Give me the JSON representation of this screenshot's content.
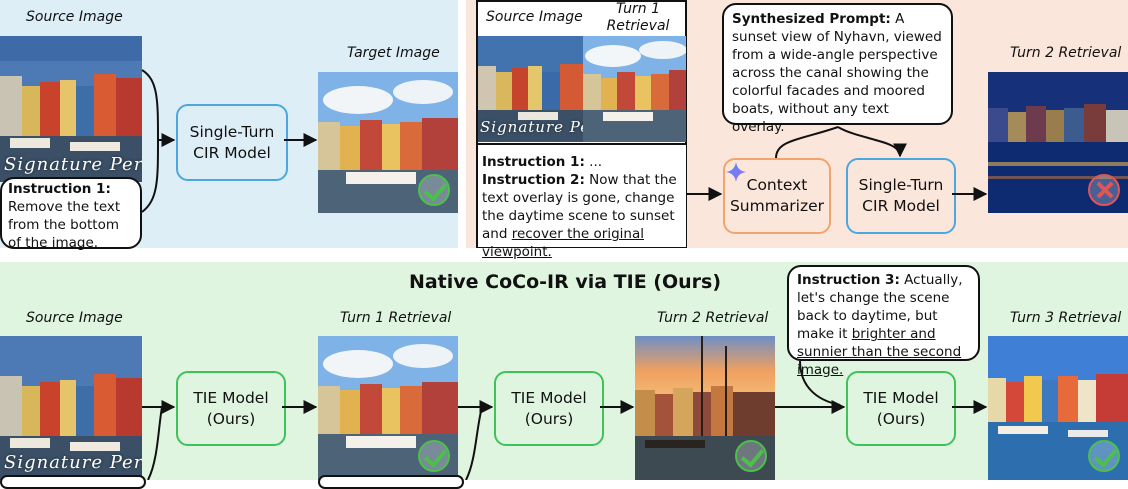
{
  "panel_a": {
    "source_caption": "Source Image",
    "target_caption": "Target Image",
    "model_label": "Single-Turn CIR Model",
    "instruction_title": "Instruction 1:",
    "instruction_text": "Remove the text from the bottom of the image."
  },
  "panel_b": {
    "source_caption": "Source Image",
    "turn1_caption": "Turn 1 Retrieval",
    "turn2_caption": "Turn 2 Retrieval",
    "prompt_title": "Synthesized Prompt:",
    "prompt_text": "A sunset view of Nyhavn, viewed from a wide-angle perspective across the canal showing the colorful facades and moored boats, without any text overlay.",
    "instr1_title": "Instruction 1:",
    "instr1_text": "...",
    "instr2_title": "Instruction 2:",
    "instr2_text_plain": "Now that the text overlay is gone, change the daytime scene to sunset and",
    "instr2_text_underlined": "recover the original viewpoint.",
    "summarizer_label": "Context Summarizer",
    "model_label": "Single-Turn CIR Model"
  },
  "panel_c": {
    "title": "Native CoCo-IR via TIE (Ours)",
    "source_caption": "Source Image",
    "turn1_caption": "Turn 1 Retrieval",
    "turn2_caption": "Turn 2 Retrieval",
    "turn3_caption": "Turn 3 Retrieval",
    "model_label": "TIE Model (Ours)",
    "instr3_title": "Instruction 3:",
    "instr3_text_plain": "Actually, let's change the scene back to daytime, but make it",
    "instr3_text_underlined": "brighter and sunnier than the second image."
  },
  "watermark_text": "Signature Persa",
  "colors": {
    "panel_a_bg": "#deeef7",
    "panel_b_bg": "#fbe6dc",
    "panel_c_bg": "#e0f5e0",
    "cir_border": "#4aa8de",
    "tie_border": "#3fc25a",
    "summarizer_border": "#f3a36c",
    "check": "#4cbf4c",
    "cross": "#e05555"
  }
}
